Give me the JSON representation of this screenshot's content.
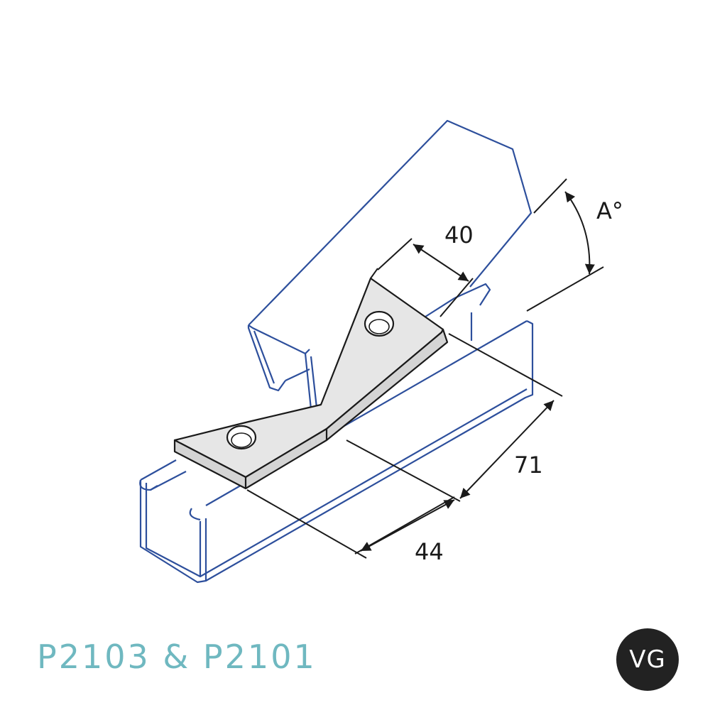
{
  "diagram": {
    "title": "P2103 & P2101",
    "logo_text": "VG",
    "dimensions": {
      "width": "40",
      "length": "71",
      "offset": "44",
      "angle": "A°"
    },
    "colors": {
      "channel": "#2d4f9c",
      "bracket_fill": "#e6e6e6",
      "outline": "#1a1a1a",
      "title": "#6fb8c0",
      "badge": "#222222"
    }
  }
}
